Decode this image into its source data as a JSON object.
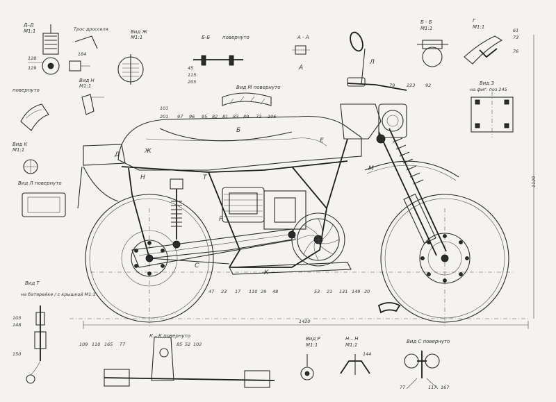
{
  "views": {
    "d": {
      "title": "Д–Д",
      "scale": "М1:1"
    },
    "gas": {
      "title": "Трос дросселя"
    },
    "view_zh": {
      "title": "Вид Ж",
      "scale": "М1:1"
    },
    "b": {
      "title": "Б-Б",
      "scale": "повернуто"
    },
    "a": {
      "title": "А - А"
    },
    "bb": {
      "title": "Б - Б",
      "scale": "М1:1"
    },
    "g": {
      "title": "Г",
      "scale": "М1:1"
    },
    "view_z": {
      "title": "Вид З",
      "scale": "на фиг. поз 245"
    },
    "view_m": {
      "title": "Вид М повернуто"
    },
    "view_n": {
      "title": "Вид Н",
      "scale": "М1:1"
    },
    "povernuto": {
      "title": "повернуто"
    },
    "view_k": {
      "title": "Вид К",
      "scale": "М1:1"
    },
    "view_l": {
      "title": "Вид Л повернуто"
    },
    "view_t": {
      "title": "Вид Т",
      "scale": "на батарейке / с крышкой М1:1"
    },
    "kk": {
      "title": "К – К повернуто"
    },
    "view_r": {
      "title": "Вид Р",
      "scale": "М1:1"
    },
    "nn": {
      "title": "Н – Н",
      "scale": "М1:1"
    },
    "view_s": {
      "title": "Вид С повернуто"
    }
  },
  "dimensions": {
    "wheelbase": "1420",
    "height": "1120"
  },
  "frame_labels": [
    "Л",
    "Б",
    "М",
    "К",
    "Т",
    "Ж",
    "Н",
    "Е",
    "Р",
    "А",
    "Д",
    "С"
  ],
  "callouts_top": [
    "101",
    "201",
    "97",
    "96",
    "95",
    "82",
    "81",
    "83",
    "89",
    "72",
    "106",
    "79",
    "223",
    "92"
  ],
  "callouts_bottom": [
    "47",
    "23",
    "17",
    "110",
    "29",
    "48",
    "53",
    "21",
    "131",
    "149",
    "20"
  ],
  "callouts_kk": [
    "109",
    "110",
    "165",
    "77",
    "85",
    "52",
    "102"
  ],
  "callouts_misc": [
    "45",
    "115",
    "205",
    "184",
    "144",
    "77",
    "117",
    "167",
    "128",
    "129",
    "61",
    "73",
    "76",
    "103",
    "148",
    "150"
  ]
}
